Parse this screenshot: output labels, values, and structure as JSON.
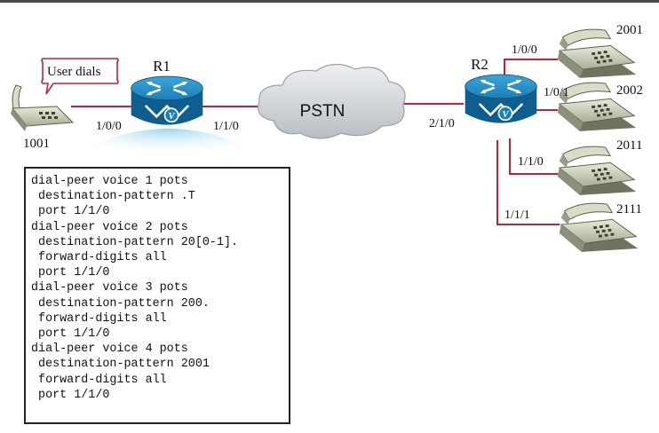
{
  "routers": {
    "r1": {
      "label": "R1"
    },
    "r2": {
      "label": "R2"
    }
  },
  "cloud": {
    "label": "PSTN"
  },
  "callout": {
    "text": "User dials"
  },
  "phones": {
    "caller": {
      "number": "1001"
    },
    "p2001": {
      "number": "2001"
    },
    "p2002": {
      "number": "2002"
    },
    "p2011": {
      "number": "2011"
    },
    "p2111": {
      "number": "2111"
    }
  },
  "ports": {
    "r1_left": "1/0/0",
    "r1_right": "1/1/0",
    "r2_left": "2/1/0",
    "r2_p1": "1/0/0",
    "r2_p2": "1/0/1",
    "r2_p3": "1/1/0",
    "r2_p4": "1/1/1"
  },
  "config_lines": [
    "dial-peer voice 1 pots",
    " destination-pattern .T",
    " port 1/1/0",
    "dial-peer voice 2 pots",
    " destination-pattern 20[0-1].",
    " forward-digits all",
    " port 1/1/0",
    "dial-peer voice 3 pots",
    " destination-pattern 200.",
    " forward-digits all",
    " port 1/1/0",
    "dial-peer voice 4 pots",
    " destination-pattern 2001",
    " forward-digits all",
    " port 1/1/0"
  ],
  "colors": {
    "link": "#b4283c",
    "router_body": "#1b7fb6",
    "router_dark": "#0c4f7a",
    "cloud": "#d4d8dc",
    "phone_body": "#cfd3bd"
  }
}
